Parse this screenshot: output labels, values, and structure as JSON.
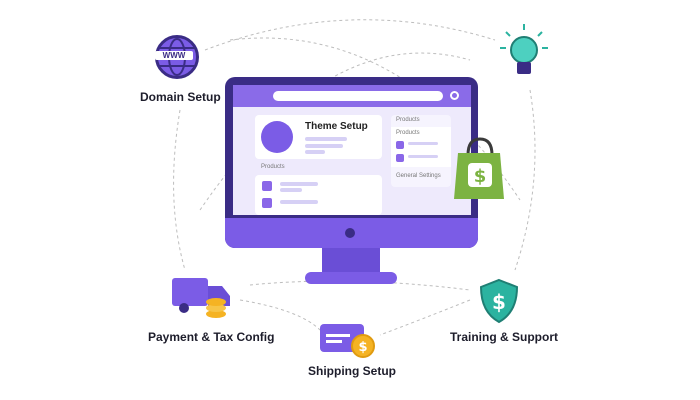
{
  "labels": {
    "domain": "Domain Setup",
    "payment": "Payment & Tax Config",
    "shipping": "Shipping Setup",
    "training": "Training & Support"
  },
  "screen": {
    "theme_title": "Theme Setup",
    "products_left": "Products",
    "products_right_header": "Products",
    "products_right": "Products",
    "general_settings": "General Settings",
    "www": "WWW"
  },
  "colors": {
    "purple": "#7b5ce6",
    "dark": "#3a2c85",
    "green": "#7cb342",
    "teal": "#2bb3a0",
    "gold": "#f5b323"
  }
}
